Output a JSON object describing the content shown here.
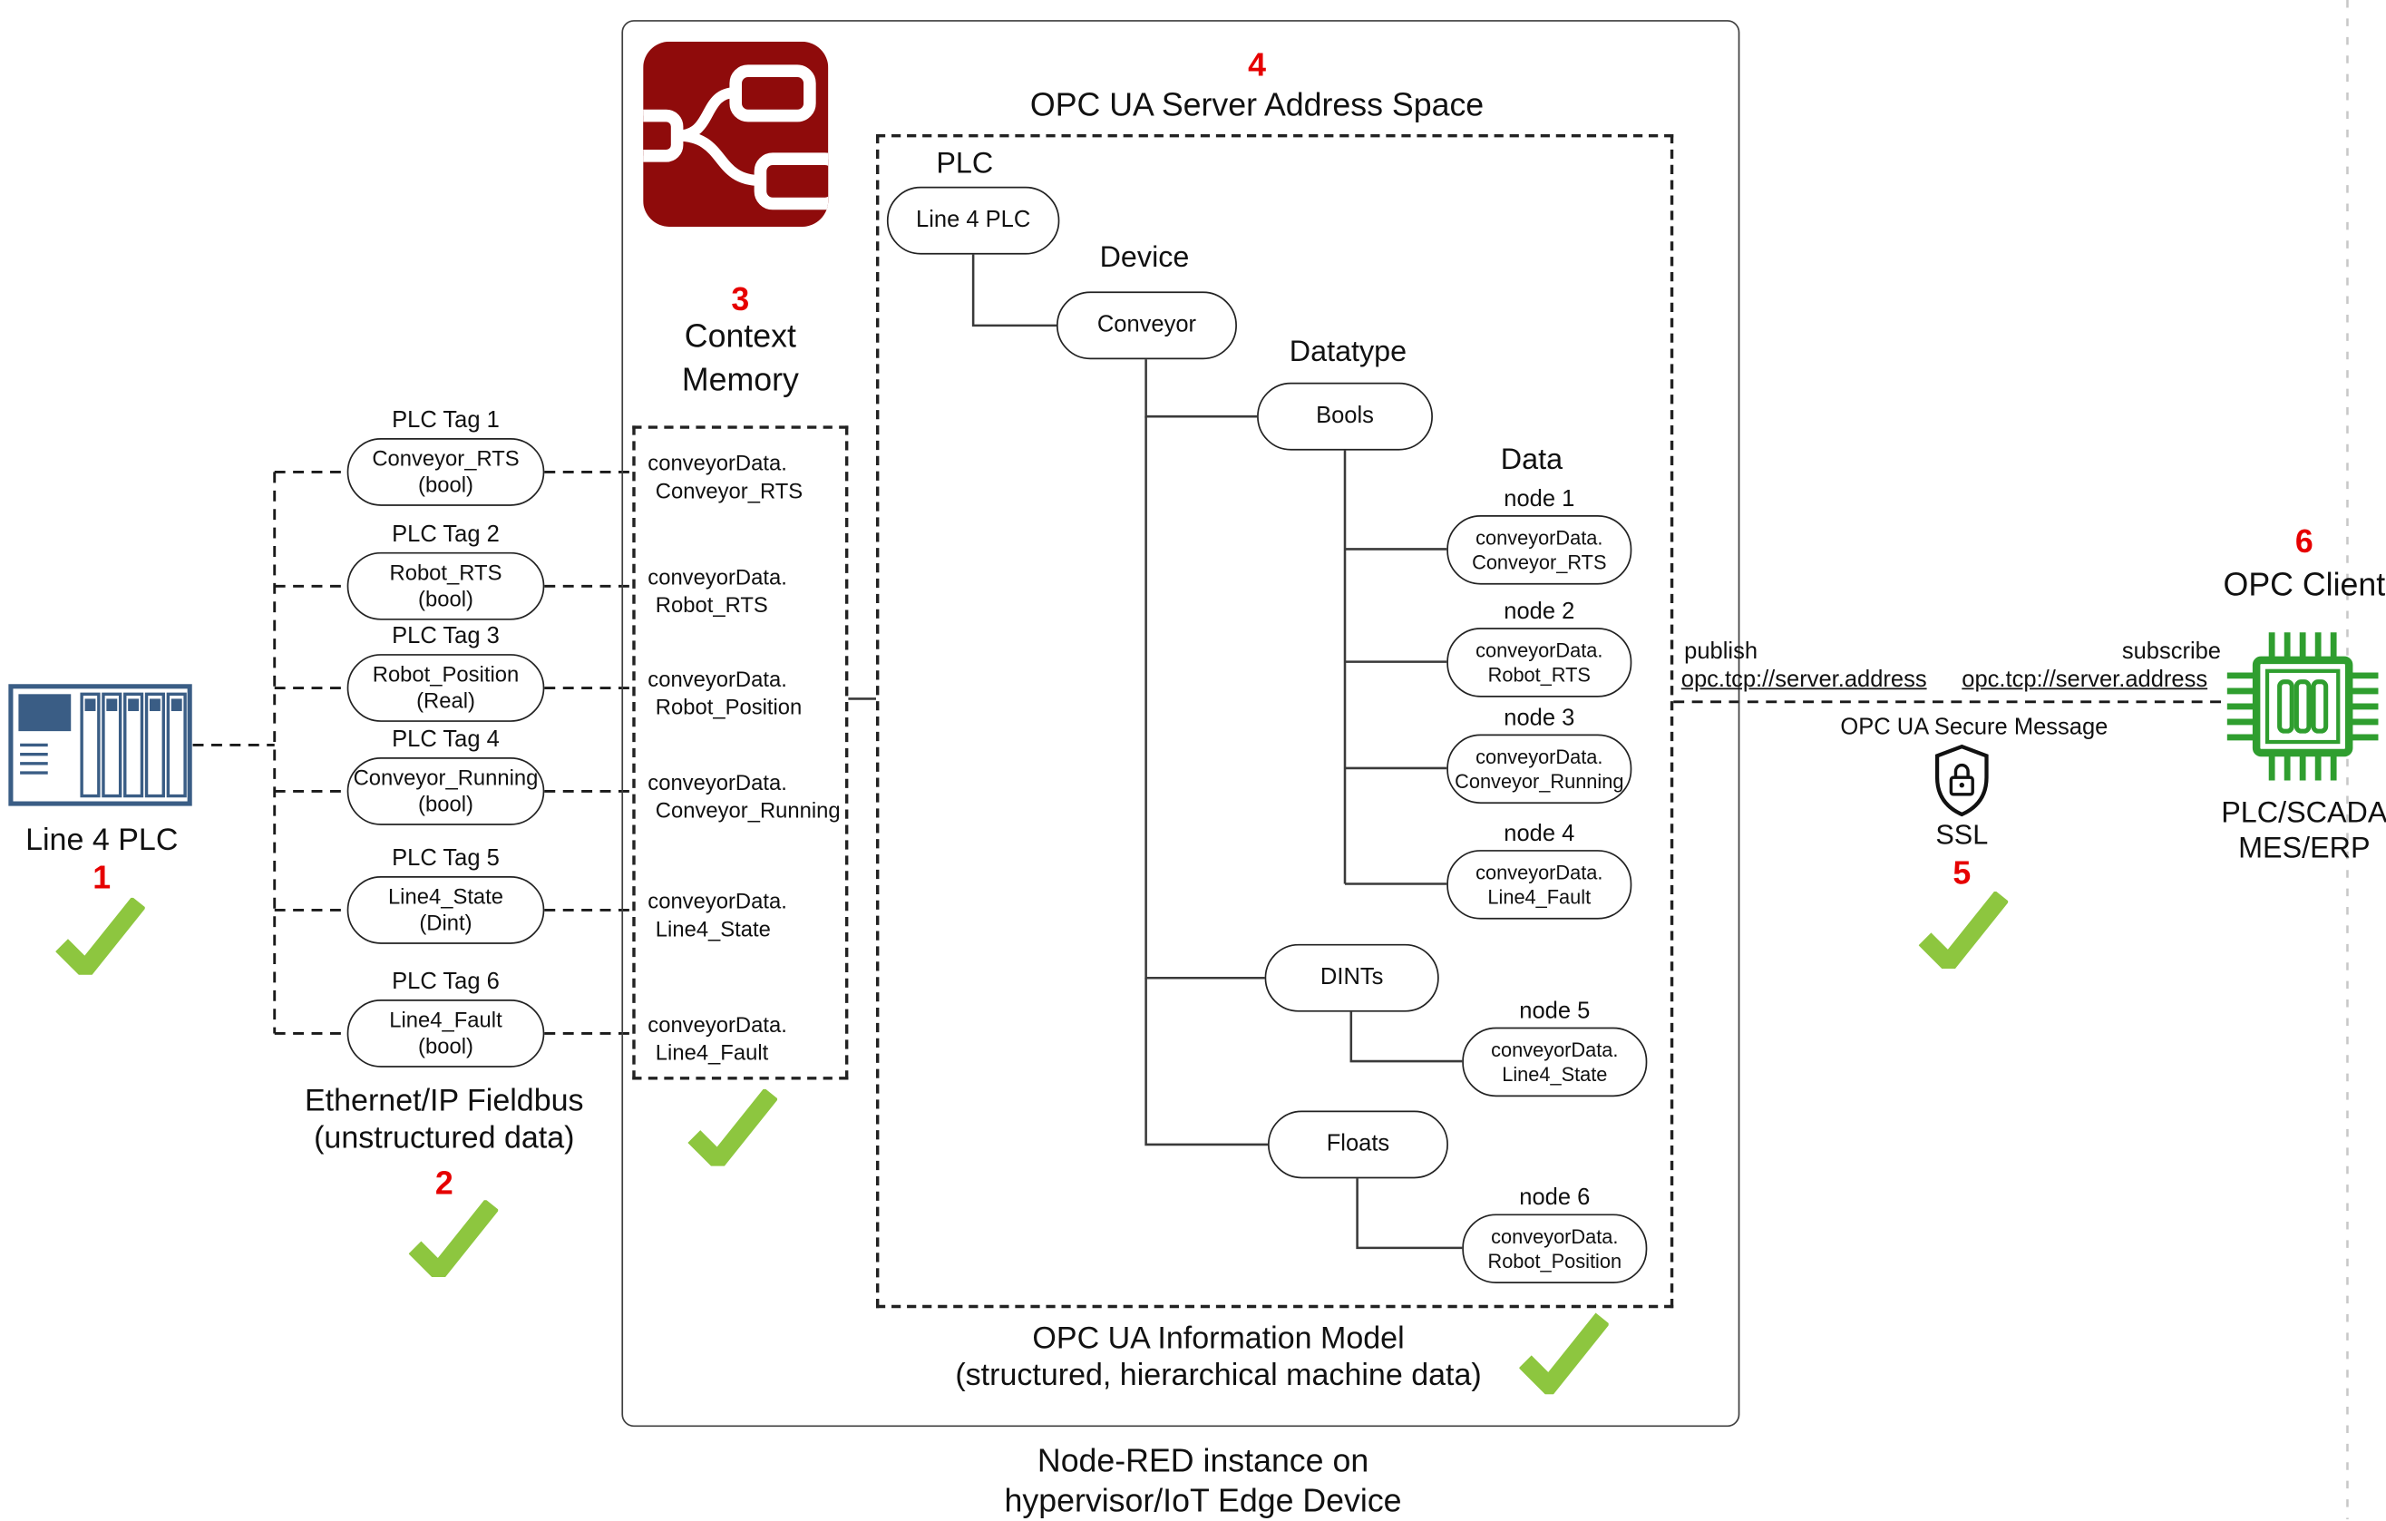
{
  "plc": {
    "caption": "Line 4 PLC",
    "step": "1"
  },
  "tags": [
    {
      "label": "PLC Tag 1",
      "name": "Conveyor_RTS",
      "type": "(bool)"
    },
    {
      "label": "PLC Tag 2",
      "name": "Robot_RTS",
      "type": "(bool)"
    },
    {
      "label": "PLC Tag 3",
      "name": "Robot_Position",
      "type": "(Real)"
    },
    {
      "label": "PLC Tag 4",
      "name": "Conveyor_Running",
      "type": "(bool)"
    },
    {
      "label": "PLC Tag 5",
      "name": "Line4_State",
      "type": "(Dint)"
    },
    {
      "label": "PLC Tag 6",
      "name": "Line4_Fault",
      "type": "(bool)"
    }
  ],
  "fieldbus": {
    "line1": "Ethernet/IP Fieldbus",
    "line2": "(unstructured data)",
    "step": "2"
  },
  "context_memory": {
    "step": "3",
    "title_line1": "Context",
    "title_line2": "Memory",
    "items": [
      {
        "line1": "conveyorData.",
        "line2": "Conveyor_RTS"
      },
      {
        "line1": "conveyorData.",
        "line2": "Robot_RTS"
      },
      {
        "line1": "conveyorData.",
        "line2": "Robot_Position"
      },
      {
        "line1": "conveyorData.",
        "line2": "Conveyor_Running"
      },
      {
        "line1": "conveyorData.",
        "line2": "Line4_State"
      },
      {
        "line1": "conveyorData.",
        "line2": "Line4_Fault"
      }
    ]
  },
  "address_space": {
    "step": "4",
    "title": "OPC UA Server Address Space",
    "level_plc": "PLC",
    "level_device": "Device",
    "level_datatype": "Datatype",
    "level_data": "Data",
    "plc_node": "Line 4 PLC",
    "device_node": "Conveyor",
    "datatype_bools": "Bools",
    "datatype_dints": "DINTs",
    "datatype_floats": "Floats",
    "nodes": [
      {
        "label": "node 1",
        "line1": "conveyorData.",
        "line2": "Conveyor_RTS"
      },
      {
        "label": "node 2",
        "line1": "conveyorData.",
        "line2": "Robot_RTS"
      },
      {
        "label": "node 3",
        "line1": "conveyorData.",
        "line2": "Conveyor_Running"
      },
      {
        "label": "node 4",
        "line1": "conveyorData.",
        "line2": "Line4_Fault"
      },
      {
        "label": "node 5",
        "line1": "conveyorData.",
        "line2": "Line4_State"
      },
      {
        "label": "node 6",
        "line1": "conveyorData.",
        "line2": "Robot_Position"
      }
    ],
    "footer_line1": "OPC UA Information Model",
    "footer_line2": "(structured, hierarchical machine data)"
  },
  "nodered": {
    "caption_line1": "Node-RED instance on",
    "caption_line2": "hypervisor/IoT Edge Device"
  },
  "connection": {
    "publish_label": "publish",
    "publish_url": "opc.tcp://server.address",
    "subscribe_label": "subscribe",
    "subscribe_url": "opc.tcp://server.address",
    "secure_label": "OPC UA Secure Message",
    "ssl_label": "SSL",
    "step": "5"
  },
  "client": {
    "step": "6",
    "title": "OPC Client",
    "caption_line1": "PLC/SCADA",
    "caption_line2": "MES/ERP"
  },
  "colors": {
    "step_red": "#e60000",
    "check_green": "#8dc63f",
    "nodered_red": "#8f0b0b",
    "plc_blue": "#3a5d85",
    "chip_green": "#2f9e2f"
  }
}
